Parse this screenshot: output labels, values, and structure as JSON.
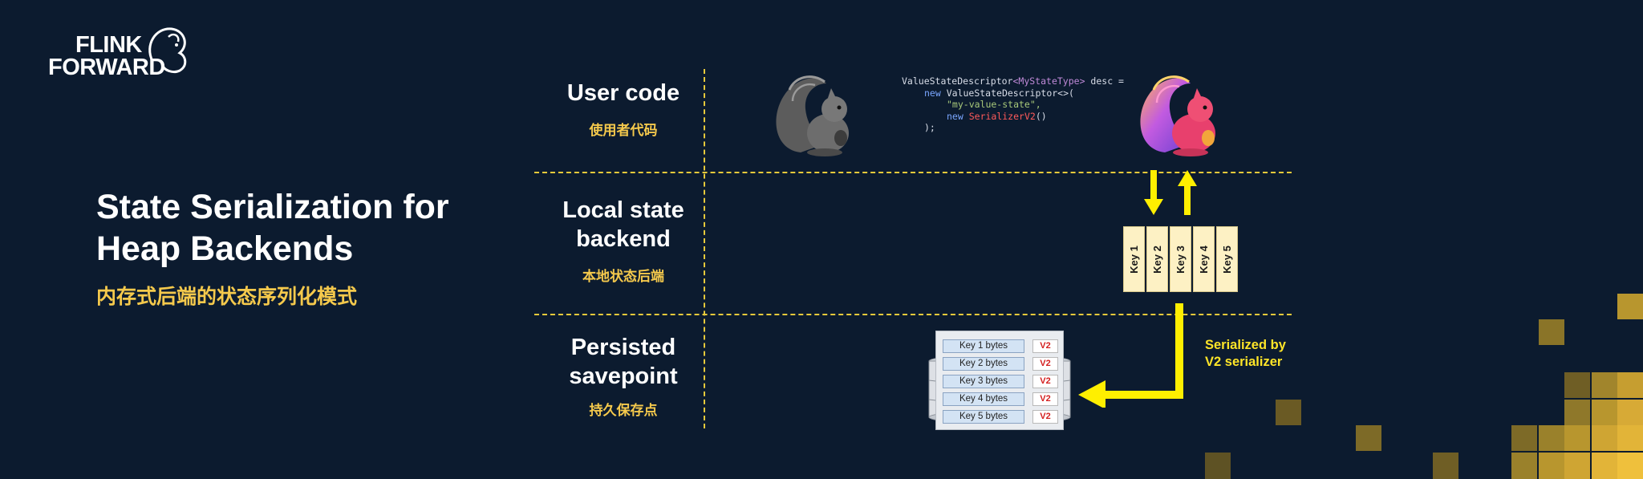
{
  "logo": {
    "line1": "FLINK",
    "line2": "FORWARD"
  },
  "title": {
    "line1": "State Serialization for",
    "line2": "Heap Backends",
    "subtitle": "内存式后端的状态序列化模式"
  },
  "rows": [
    {
      "en1": "User code",
      "en2": "",
      "zh": "使用者代码"
    },
    {
      "en1": "Local state",
      "en2": "backend",
      "zh": "本地状态后端"
    },
    {
      "en1": "Persisted",
      "en2": "savepoint",
      "zh": "持久保存点"
    }
  ],
  "code": {
    "l1_type": "ValueStateDescriptor",
    "l1_generic": "<MyStateType>",
    "l1_rest": " desc =",
    "l2_kw": "new",
    "l2_rest": " ValueStateDescriptor<>(",
    "l3_str": "\"my-value-state\",",
    "l4_kw": "new",
    "l4_cls": "SerializerV2",
    "l4_rest": "()",
    "l5": ");"
  },
  "keys": [
    "Key 1",
    "Key 2",
    "Key 3",
    "Key 4",
    "Key 5"
  ],
  "savepoint": {
    "rows": [
      {
        "bytes": "Key 1 bytes",
        "ver": "V2"
      },
      {
        "bytes": "Key 2 bytes",
        "ver": "V2"
      },
      {
        "bytes": "Key 3 bytes",
        "ver": "V2"
      },
      {
        "bytes": "Key 4 bytes",
        "ver": "V2"
      },
      {
        "bytes": "Key 5 bytes",
        "ver": "V2"
      }
    ]
  },
  "annotation": {
    "line1": "Serialized by",
    "line2": "V2 serializer"
  },
  "colors": {
    "background": "#0c1b2f",
    "accent_gold": "#f5c94c",
    "arrow_yellow": "#ffef00",
    "dash": "#e6c93b"
  }
}
